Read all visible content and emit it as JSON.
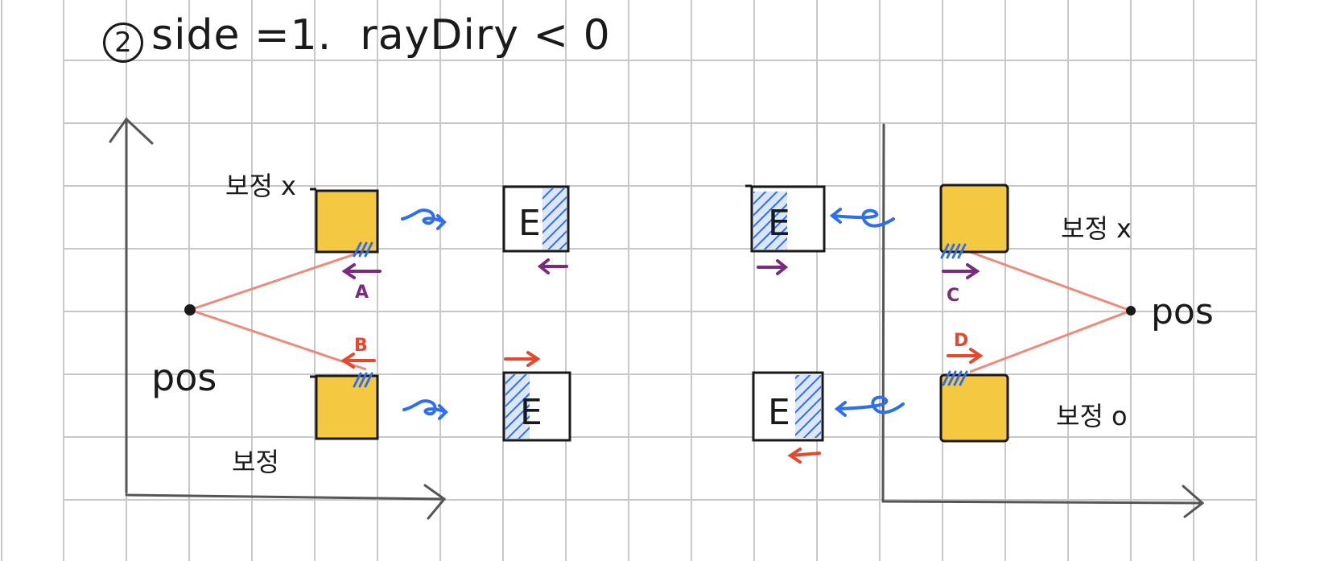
{
  "title": {
    "step_number": "2",
    "text": "side =1.  rayDiry < 0"
  },
  "left_panel": {
    "pos_label": "pos",
    "top_correction_label": "보정 x",
    "bottom_correction_label": "보정",
    "top_arrow_label": "A",
    "bottom_arrow_label": "B",
    "enemy_top_label": "E",
    "enemy_bottom_label": "E"
  },
  "right_panel": {
    "pos_label": "pos",
    "top_correction_label": "보정 x",
    "bottom_correction_label": "보정 o",
    "top_arrow_label": "C",
    "bottom_arrow_label": "D",
    "enemy_top_label": "E",
    "enemy_bottom_label": "E"
  },
  "colors": {
    "grid": "#c8c8c8",
    "wall_fill": "#f5c842",
    "ray": "#ef8a78",
    "blue": "#2e6ff0",
    "purple": "#7b2a7e",
    "red": "#e8472f",
    "ink": "#1a1a1a"
  }
}
